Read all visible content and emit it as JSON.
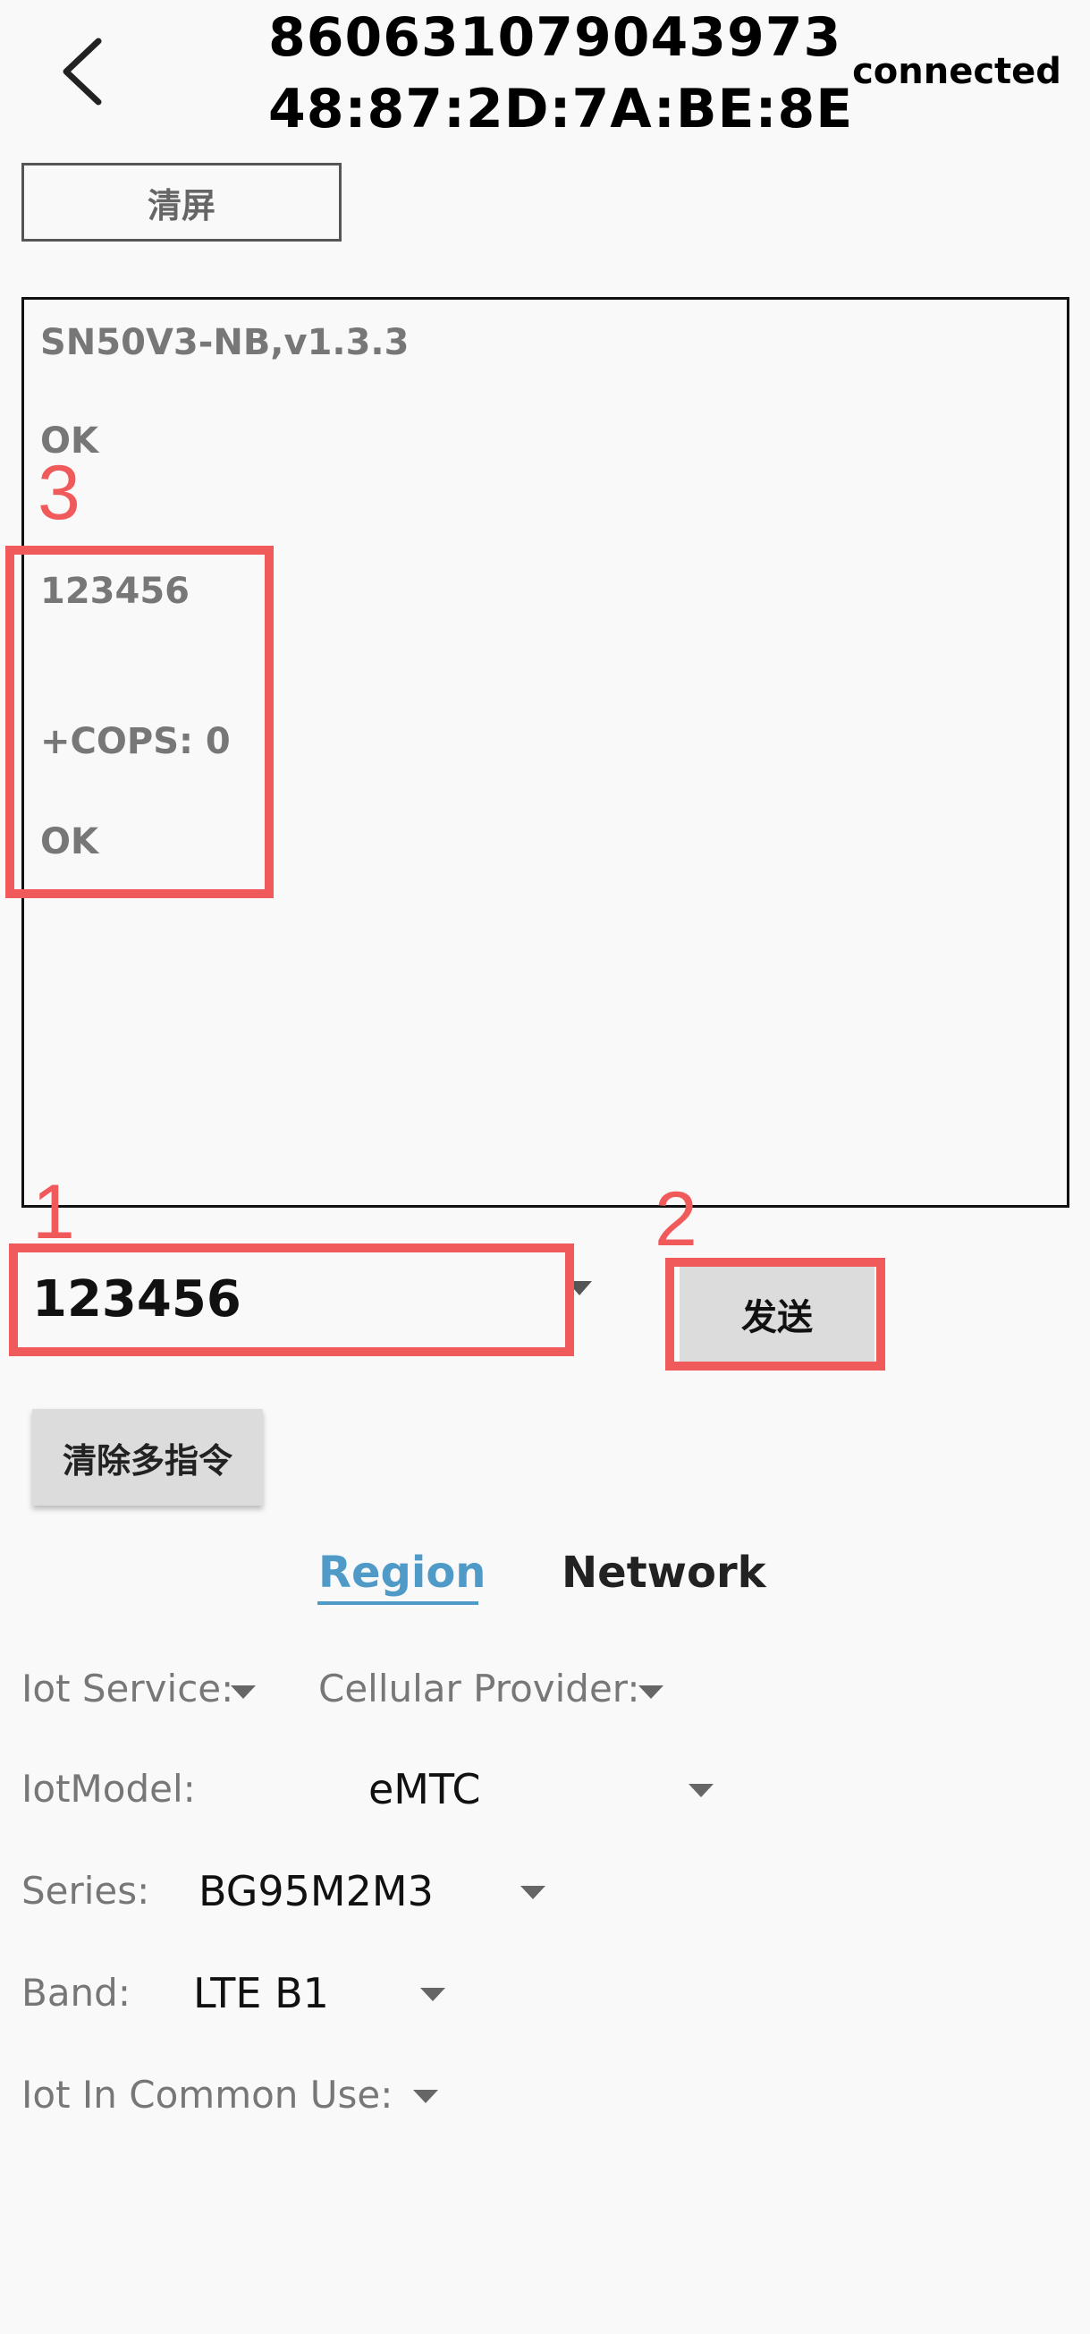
{
  "header": {
    "device_id": "860631079043973",
    "mac_address": "48:87:2D:7A:BE:8E",
    "status": "connected"
  },
  "toolbar": {
    "clear_screen_label": "清屏"
  },
  "console": {
    "lines": [
      "SN50V3-NB,v1.3.3",
      "OK",
      "123456",
      "+COPS: 0",
      "OK"
    ]
  },
  "command": {
    "input_value": "123456",
    "send_label": "发送",
    "clear_multi_label": "清除多指令"
  },
  "annotations": {
    "labels": [
      "1",
      "2",
      "3"
    ],
    "color": "#f05a5a"
  },
  "tabs": [
    {
      "label": "Region",
      "active": true
    },
    {
      "label": "Network",
      "active": false
    }
  ],
  "form": {
    "iot_service_label": "Iot Service:",
    "cellular_provider_label": "Cellular Provider:",
    "iot_model_label": "IotModel:",
    "iot_model_value": "eMTC",
    "series_label": "Series:",
    "series_value": "BG95M2M3",
    "band_label": "Band:",
    "band_value": "LTE B1",
    "common_use_label": "Iot In Common Use:"
  },
  "colors": {
    "accent": "#4f9ac7",
    "button_bg": "#dcdcdc",
    "background": "#f9f9f9"
  }
}
